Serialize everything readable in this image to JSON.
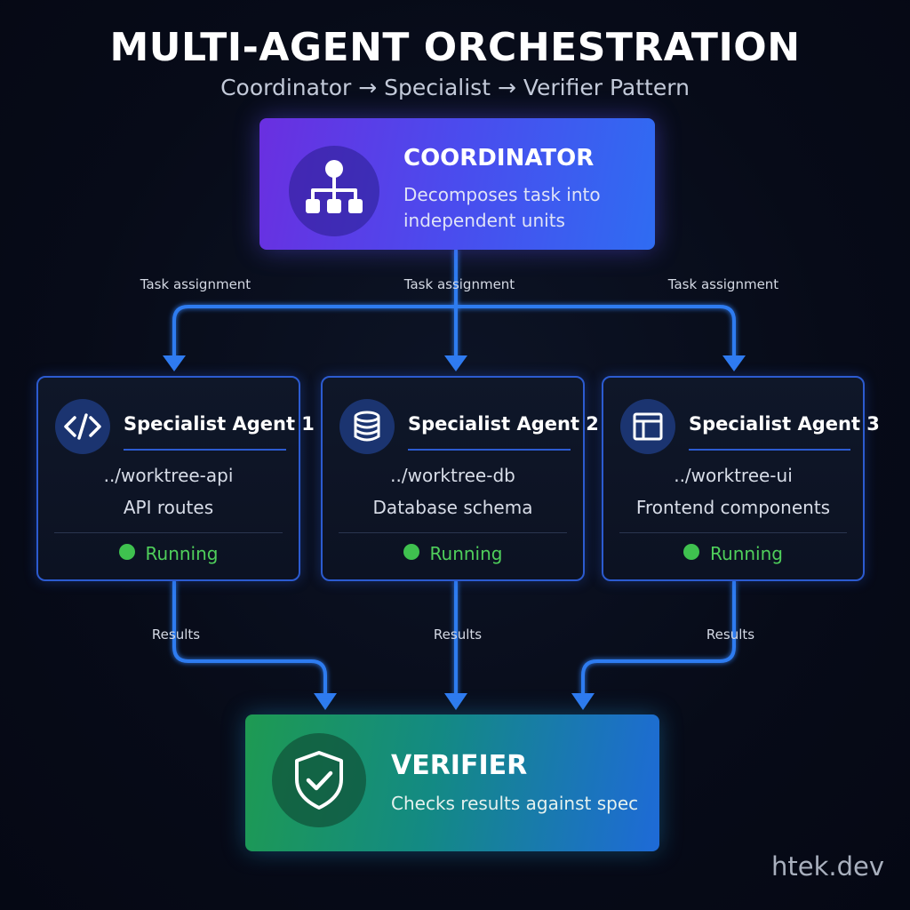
{
  "header": {
    "title": "MULTI-AGENT ORCHESTRATION",
    "subtitle": "Coordinator → Specialist → Verifier Pattern"
  },
  "coordinator": {
    "title": "COORDINATOR",
    "description": "Decomposes task into independent units",
    "icon": "hierarchy-icon"
  },
  "edges": {
    "assignment_labels": [
      "Task assignment",
      "Task assignment",
      "Task assignment"
    ],
    "result_labels": [
      "Results",
      "Results",
      "Results"
    ]
  },
  "specialists": [
    {
      "title": "Specialist Agent 1",
      "path": "../worktree-api",
      "description": "API routes",
      "status": "Running",
      "icon": "code-icon"
    },
    {
      "title": "Specialist Agent 2",
      "path": "../worktree-db",
      "description": "Database schema",
      "status": "Running",
      "icon": "database-icon"
    },
    {
      "title": "Specialist Agent 3",
      "path": "../worktree-ui",
      "description": "Frontend components",
      "status": "Running",
      "icon": "layout-icon"
    }
  ],
  "verifier": {
    "title": "VERIFIER",
    "description": "Checks results against spec",
    "icon": "shield-check-icon"
  },
  "watermark": "htek.dev",
  "colors": {
    "background": "#070b18",
    "connector": "#2f7bf0",
    "card_border": "#2c5bd0",
    "status_running": "#3fc14f",
    "coordinator_gradient": [
      "#6a2fe0",
      "#2f6cf2"
    ],
    "verifier_gradient": [
      "#1e9a52",
      "#1e6ad8"
    ]
  }
}
